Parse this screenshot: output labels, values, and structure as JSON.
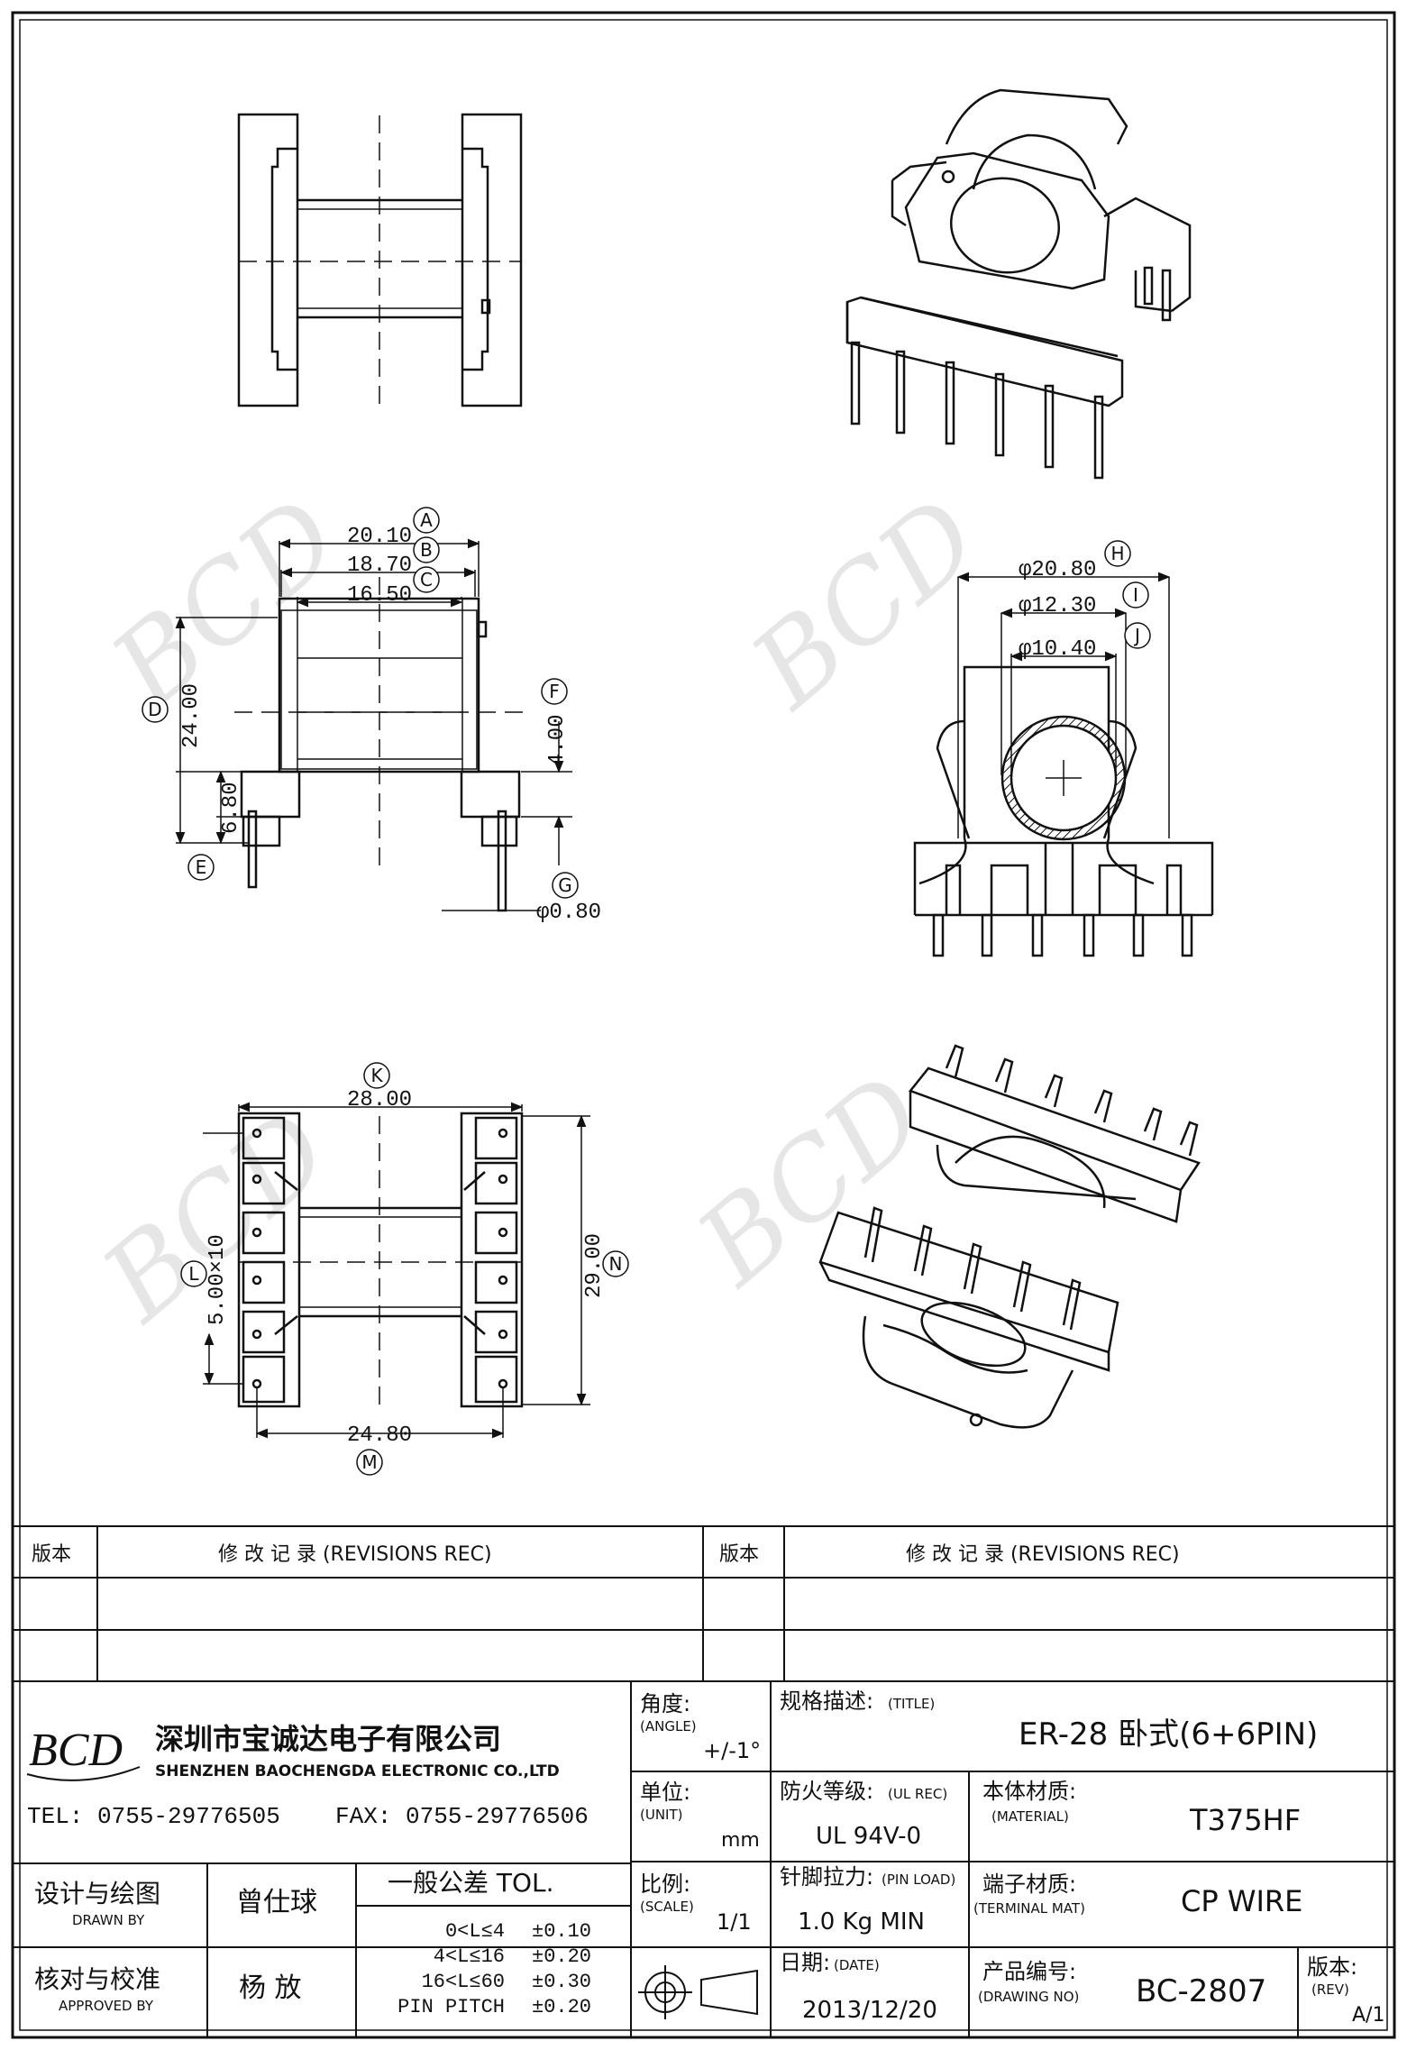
{
  "dimensions": {
    "a": "20.10",
    "b": "18.70",
    "c": "16.50",
    "d": "24.00",
    "e": "6.80",
    "f": "4.00",
    "g": "φ0.80",
    "h": "φ20.80",
    "i": "φ12.30",
    "j": "φ10.40",
    "k": "28.00",
    "l": "5.00×10",
    "m": "24.80",
    "n": "29.00"
  },
  "markers": {
    "A": "A",
    "B": "B",
    "C": "C",
    "D": "D",
    "E": "E",
    "F": "F",
    "G": "G",
    "H": "H",
    "I": "I",
    "J": "J",
    "K": "K",
    "L": "L",
    "M": "M",
    "N": "N"
  },
  "watermark": "BCD",
  "revisions": {
    "version_label": "版本",
    "records_label": "修  改  记  录  (REVISIONS REC)"
  },
  "company": {
    "logo": "BCD",
    "name_cn": "深圳市宝诚达电子有限公司",
    "name_en": "SHENZHEN BAOCHENGDA ELECTRONIC CO.,LTD",
    "tel": "TEL: 0755-29776505",
    "fax": "FAX: 0755-29776506"
  },
  "title_block": {
    "angle_label": "角度:",
    "angle_label_en": "(ANGLE)",
    "angle_value": "+/-1°",
    "unit_label": "单位:",
    "unit_label_en": "(UNIT)",
    "unit_value": "mm",
    "scale_label": "比例:",
    "scale_label_en": "(SCALE)",
    "scale_value": "1/1",
    "title_label": "规格描述:",
    "title_label_en": "(TITLE)",
    "title_value": "ER-28 卧式(6+6PIN)",
    "fire_label": "防火等级:",
    "fire_label_en": "(UL REC)",
    "fire_value": "UL 94V-0",
    "material_label": "本体材质:",
    "material_label_en": "(MATERIAL)",
    "material_value": "T375HF",
    "pin_load_label": "针脚拉力:",
    "pin_load_label_en": "(PIN LOAD)",
    "pin_load_value": "1.0 Kg MIN",
    "terminal_label": "端子材质:",
    "terminal_label_en": "(TERMINAL MAT)",
    "terminal_value": "CP WIRE",
    "date_label": "日期:",
    "date_label_en": "(DATE)",
    "date_value": "2013/12/20",
    "drawing_no_label": "产品编号:",
    "drawing_no_label_en": "(DRAWING NO)",
    "drawing_no_value": "BC-2807",
    "rev_label": "版本:",
    "rev_label_en": "(REV)",
    "rev_value": "A/1",
    "designed_label": "设计与绘图",
    "designed_label_en": "DRAWN BY",
    "designed_by": "曾仕球",
    "approved_label": "核对与校准",
    "approved_label_en": "APPROVED BY",
    "approved_by": "杨  放",
    "tolerance_title": "一般公差 TOL.",
    "tolerances": [
      {
        "range": "0<L≤4",
        "value": "±0.10"
      },
      {
        "range": "4<L≤16",
        "value": "±0.20"
      },
      {
        "range": "16<L≤60",
        "value": "±0.30"
      },
      {
        "range": "PIN PITCH",
        "value": "±0.20"
      }
    ]
  }
}
